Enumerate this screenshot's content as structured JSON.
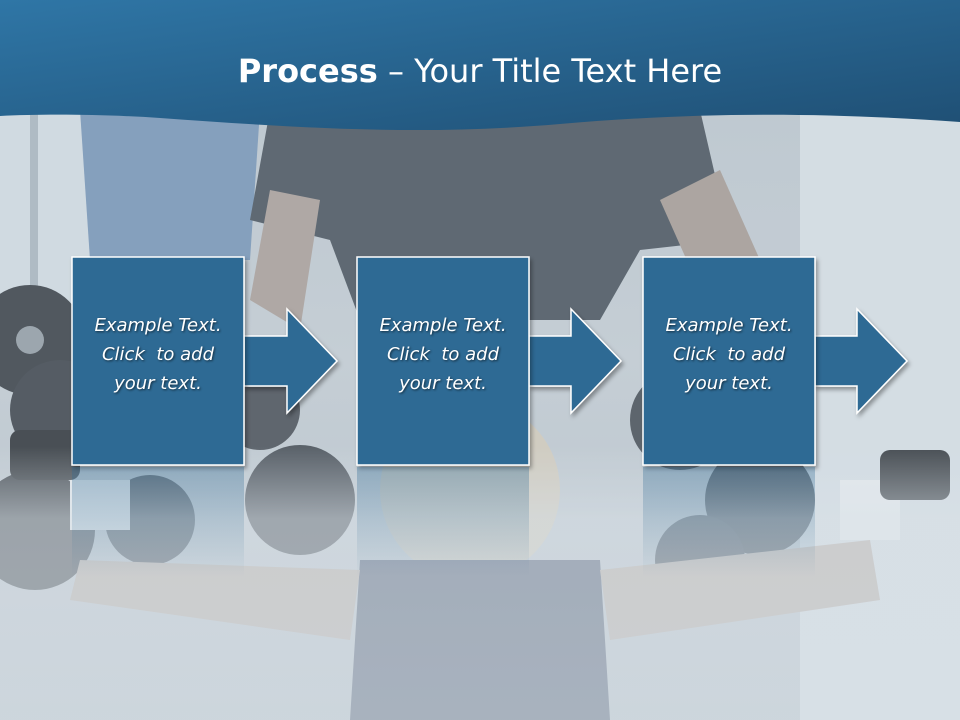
{
  "slide": {
    "title_bold": "Process",
    "title_separator": " – ",
    "title_rest": "Your Title Text Here",
    "accent_color": "#2f6a94",
    "band_color": "#2b5f86"
  },
  "steps": [
    {
      "line1": "Example Text.",
      "line2": "Click  to add",
      "line3": "your text."
    },
    {
      "line1": "Example Text.",
      "line2": "Click  to add",
      "line3": "your text."
    },
    {
      "line1": "Example Text.",
      "line2": "Click  to add",
      "line3": "your text."
    }
  ]
}
